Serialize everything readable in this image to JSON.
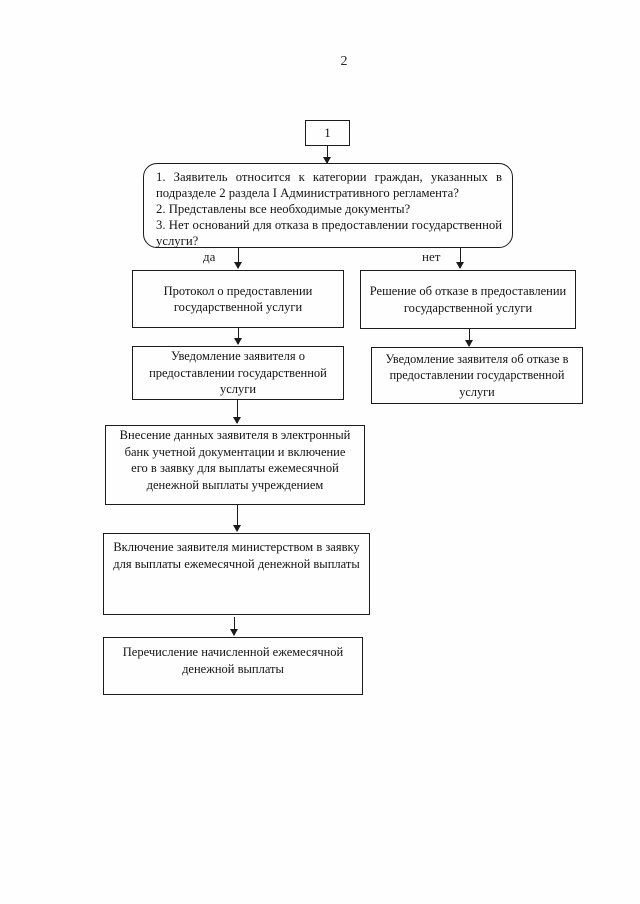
{
  "page": {
    "number": "2"
  },
  "flowchart": {
    "start_node_label": "1",
    "decision": {
      "items": [
        "1. Заявитель относится к категории граждан, указанных в подразделе 2 раздела I Административного регламента?",
        "2. Представлены все необходимые документы?",
        "3. Нет оснований для отказа в предоставлении государственной услуги?"
      ]
    },
    "branch_labels": {
      "yes": "да",
      "no": "нет"
    },
    "yes_branch": [
      "Протокол о предоставлении государственной услуги",
      "Уведомление заявителя о предоставлении государственной услуги",
      "Внесение данных заявителя в электронный банк учетной документации и включение его в заявку для выплаты ежемесячной денежной выплаты учреждением",
      "Включение заявителя министерством  в заявку для выплаты  ежемесячной денежной выплаты",
      "Перечисление начисленной ежемесячной денежной выплаты"
    ],
    "no_branch": [
      "Решение об отказе в предоставлении государственной услуги",
      "Уведомление заявителя об отказе в предоставлении государственной услуги"
    ],
    "colors": {
      "line": "#1b1b1b",
      "background": "#fefefe"
    }
  }
}
